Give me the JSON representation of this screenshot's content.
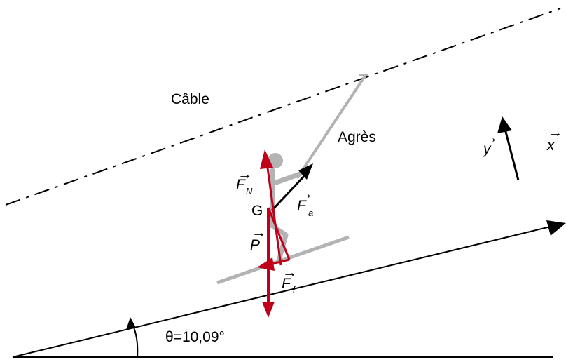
{
  "labels": {
    "cable": "Câble",
    "agres": "Agrès",
    "angle": "θ=10,09°",
    "center_of_gravity": "G"
  },
  "vectors": {
    "x": {
      "letter": "x",
      "sub": "",
      "arrow": "→"
    },
    "y": {
      "letter": "y",
      "sub": "",
      "arrow": "→"
    },
    "FN": {
      "letter": "F",
      "sub": "N",
      "arrow": "→"
    },
    "Fa": {
      "letter": "F",
      "sub": "a",
      "arrow": "→"
    },
    "P": {
      "letter": "P",
      "sub": "",
      "arrow": "→"
    },
    "Ff": {
      "letter": "F",
      "sub": "f",
      "arrow": "→"
    }
  },
  "colors": {
    "force": "#c0001a",
    "skier": "#b3b3b3",
    "lines": "#000000"
  }
}
